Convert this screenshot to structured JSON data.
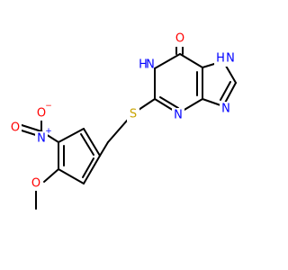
{
  "colors": {
    "bond": "#000000",
    "carbon": "#000000",
    "oxygen": "#ff0000",
    "nitrogen": "#0000ff",
    "sulfur": "#c9a400"
  },
  "atoms": {
    "carbonyl_o": "O",
    "n1_h": "H",
    "n1": "N",
    "n7": "N",
    "n7_h": "H",
    "n3": "N",
    "n9": "N",
    "thioether_s": "S",
    "nitro_n": "N",
    "nitro_n_charge": "+",
    "nitro_o_minus": "O",
    "nitro_o_minus_charge": "−",
    "nitro_o": "O",
    "methoxy_o": "O"
  }
}
